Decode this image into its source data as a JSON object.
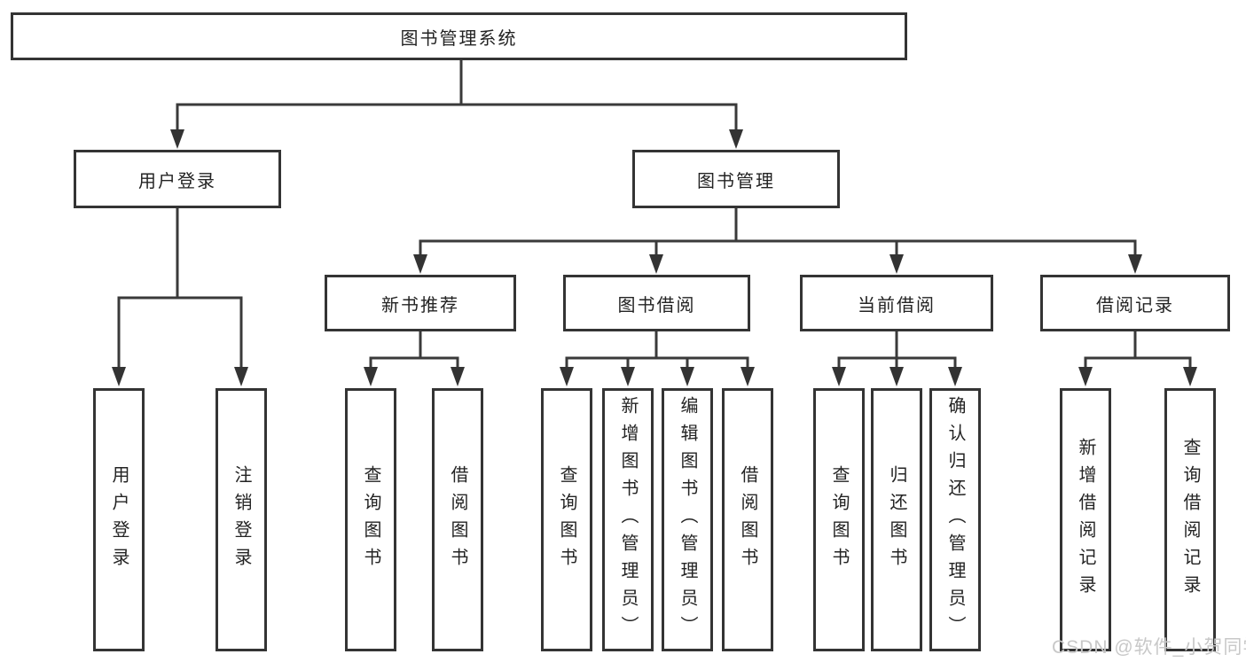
{
  "diagram_type": "hierarchy-tree",
  "tree": {
    "label": "图书管理系统",
    "children": [
      {
        "label": "用户登录",
        "children": [
          {
            "label": "用户登录"
          },
          {
            "label": "注销登录"
          }
        ]
      },
      {
        "label": "图书管理",
        "children": [
          {
            "label": "新书推荐",
            "children": [
              {
                "label": "查询图书"
              },
              {
                "label": "借阅图书"
              }
            ]
          },
          {
            "label": "图书借阅",
            "children": [
              {
                "label": "查询图书"
              },
              {
                "label": "新增图书（管理员）"
              },
              {
                "label": "编辑图书（管理员）"
              },
              {
                "label": "借阅图书"
              }
            ]
          },
          {
            "label": "当前借阅",
            "children": [
              {
                "label": "查询图书"
              },
              {
                "label": "归还图书"
              },
              {
                "label": "确认归还（管理员）"
              }
            ]
          },
          {
            "label": "借阅记录",
            "children": [
              {
                "label": "新增借阅记录"
              },
              {
                "label": "查询借阅记录"
              }
            ]
          }
        ]
      }
    ]
  },
  "watermark": {
    "text": "CSDN @软件_小贺同学"
  },
  "colors": {
    "line": "#3a3a3a",
    "box_border": "#343434",
    "text": "#232323",
    "watermark": "#c8c8c8",
    "background": "#ffffff"
  }
}
